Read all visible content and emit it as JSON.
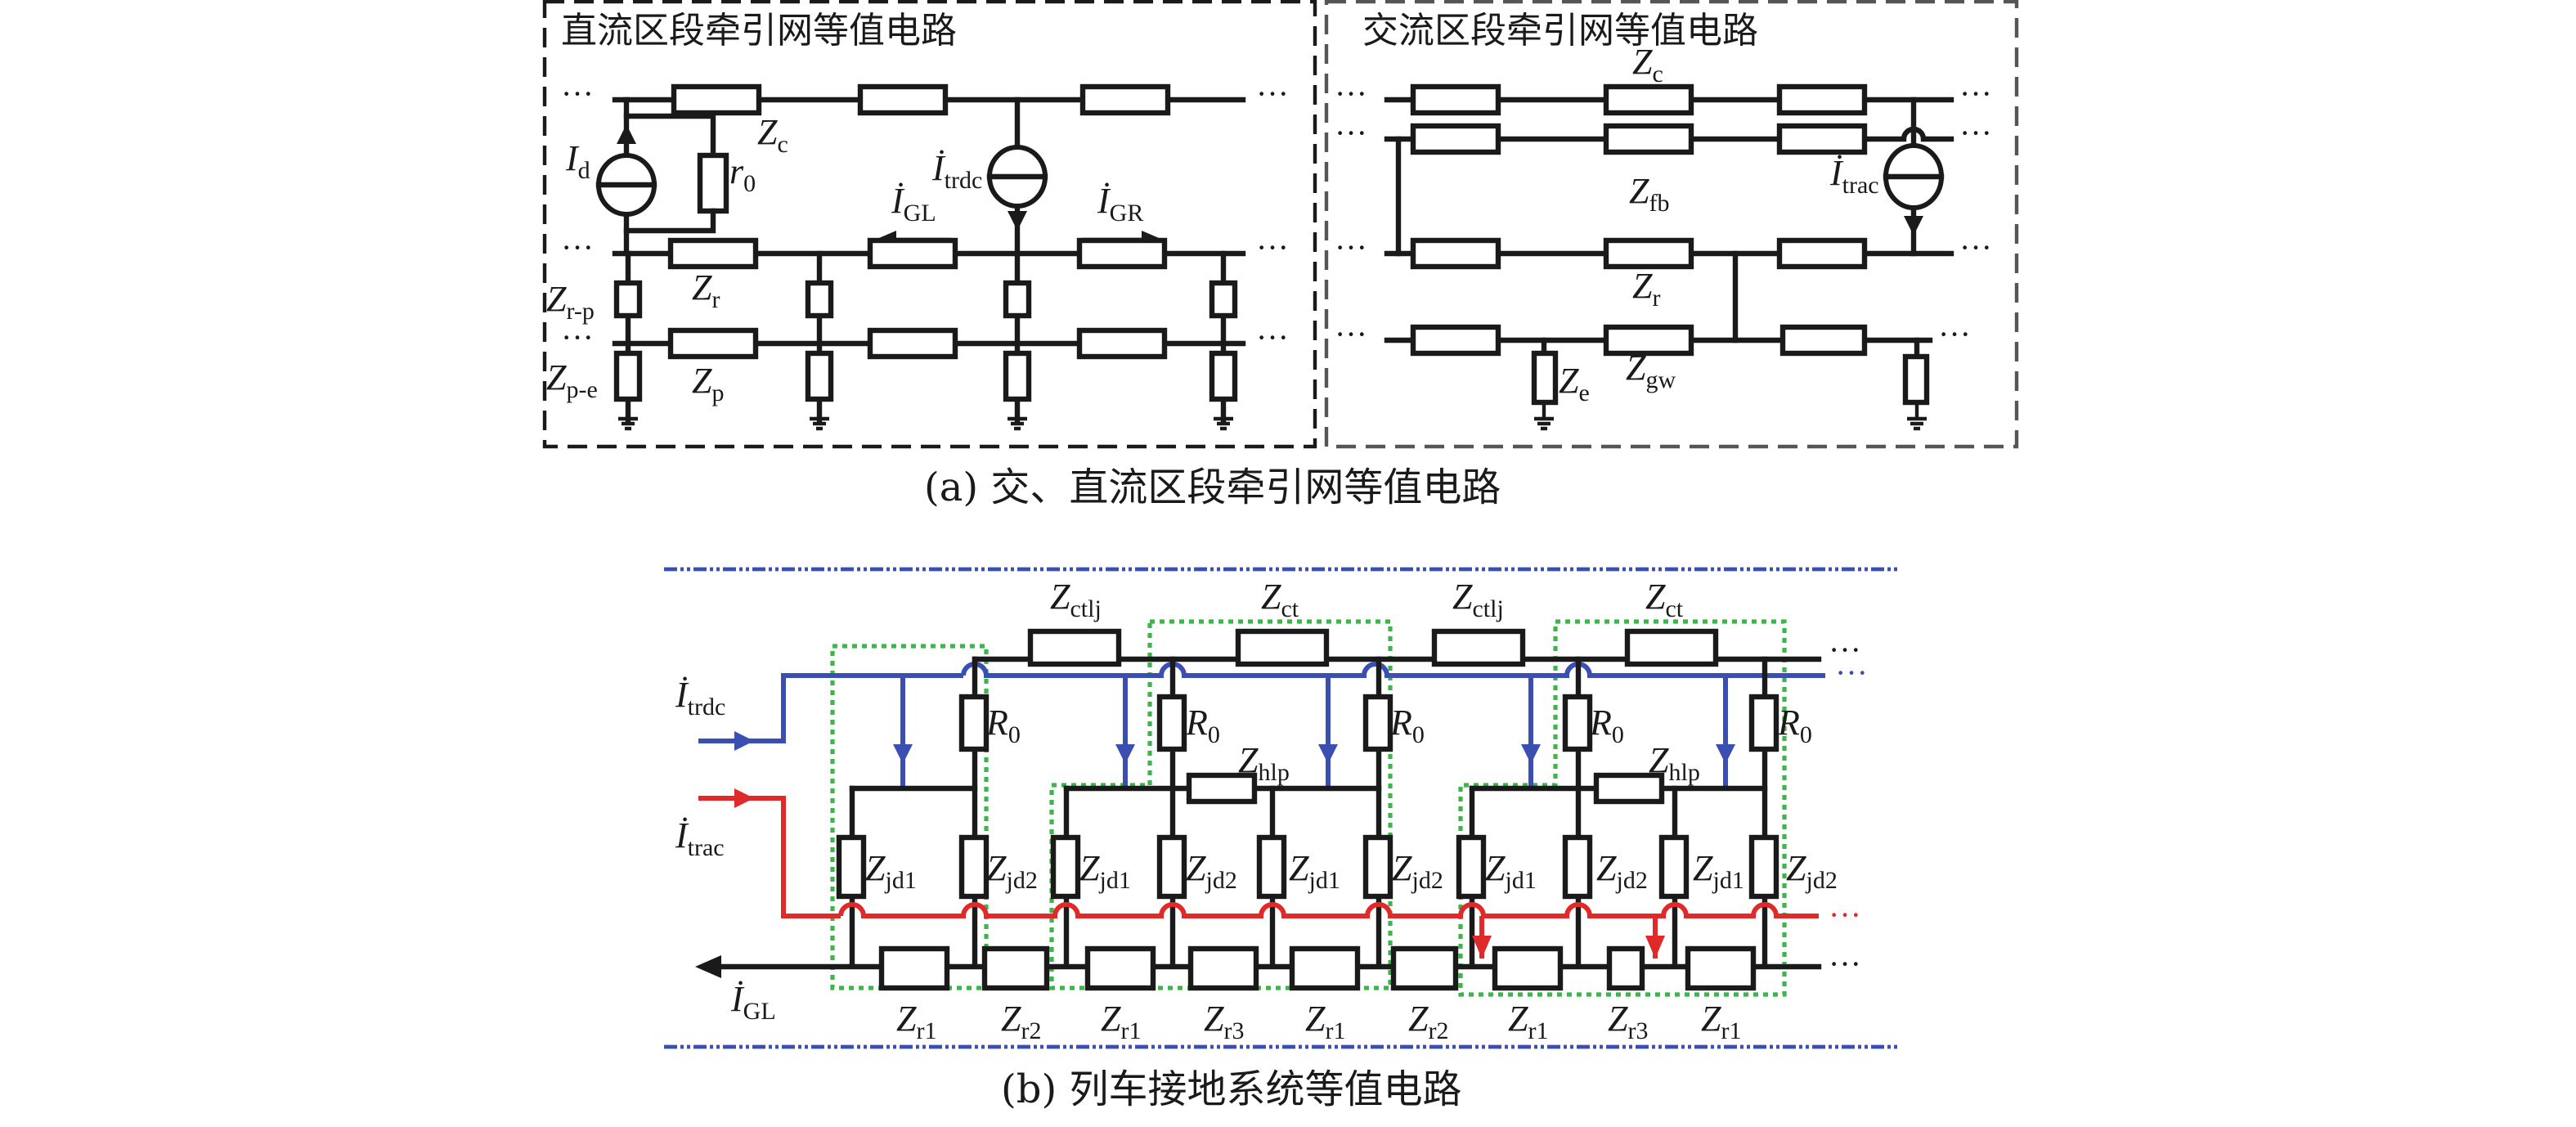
{
  "figure": {
    "panel_a": {
      "caption": "(a) 交、直流区段牵引网等值电路",
      "dc_section": {
        "title": "直流区段牵引网等值电路",
        "labels": {
          "Zc": {
            "main": "Z",
            "sub": "c"
          },
          "Id": {
            "main": "I",
            "sub": "d"
          },
          "r0": {
            "main": "r",
            "sub": "0"
          },
          "Itrdc": {
            "main": "İ",
            "sub": "trdc"
          },
          "IGL": {
            "main": "İ",
            "sub": "GL"
          },
          "IGR": {
            "main": "İ",
            "sub": "GR"
          },
          "Zr": {
            "main": "Z",
            "sub": "r"
          },
          "Zrp": {
            "main": "Z",
            "sub": "r-p"
          },
          "Zp": {
            "main": "Z",
            "sub": "p"
          },
          "Zpe": {
            "main": "Z",
            "sub": "p-e"
          }
        }
      },
      "ac_section": {
        "title": "交流区段牵引网等值电路",
        "labels": {
          "Zc": {
            "main": "Z",
            "sub": "c"
          },
          "Zfb": {
            "main": "Z",
            "sub": "fb"
          },
          "Itrac": {
            "main": "İ",
            "sub": "trac"
          },
          "Zr": {
            "main": "Z",
            "sub": "r"
          },
          "Ze": {
            "main": "Z",
            "sub": "e"
          },
          "Zgw": {
            "main": "Z",
            "sub": "gw"
          }
        }
      },
      "ellipsis": "···"
    },
    "panel_b": {
      "caption": "(b) 列车接地系统等值电路",
      "inputs": {
        "Itrdc": {
          "main": "İ",
          "sub": "trdc"
        },
        "Itrac": {
          "main": "İ",
          "sub": "trac"
        },
        "IGL": {
          "main": "İ",
          "sub": "GL"
        }
      },
      "top_labels": [
        {
          "main": "Z",
          "sub": "ctlj"
        },
        {
          "main": "Z",
          "sub": "ct"
        },
        {
          "main": "Z",
          "sub": "ctlj"
        },
        {
          "main": "Z",
          "sub": "ct"
        }
      ],
      "R0_labels": [
        {
          "main": "R",
          "sub": "0"
        },
        {
          "main": "R",
          "sub": "0"
        },
        {
          "main": "R",
          "sub": "0"
        },
        {
          "main": "R",
          "sub": "0"
        },
        {
          "main": "R",
          "sub": "0"
        }
      ],
      "hlp_labels": [
        {
          "main": "Z",
          "sub": "hlp"
        },
        {
          "main": "Z",
          "sub": "hlp"
        }
      ],
      "jd_labels": [
        {
          "main": "Z",
          "sub": "jd1"
        },
        {
          "main": "Z",
          "sub": "jd2"
        },
        {
          "main": "Z",
          "sub": "jd1"
        },
        {
          "main": "Z",
          "sub": "jd2"
        },
        {
          "main": "Z",
          "sub": "jd1"
        },
        {
          "main": "Z",
          "sub": "jd2"
        },
        {
          "main": "Z",
          "sub": "jd1"
        },
        {
          "main": "Z",
          "sub": "jd2"
        },
        {
          "main": "Z",
          "sub": "jd1"
        },
        {
          "main": "Z",
          "sub": "jd2"
        }
      ],
      "rail_labels": [
        {
          "main": "Z",
          "sub": "r1"
        },
        {
          "main": "Z",
          "sub": "r2"
        },
        {
          "main": "Z",
          "sub": "r1"
        },
        {
          "main": "Z",
          "sub": "r3"
        },
        {
          "main": "Z",
          "sub": "r1"
        },
        {
          "main": "Z",
          "sub": "r2"
        },
        {
          "main": "Z",
          "sub": "r1"
        },
        {
          "main": "Z",
          "sub": "r3"
        },
        {
          "main": "Z",
          "sub": "r1"
        }
      ],
      "ellipsis": "···"
    },
    "colors": {
      "wire": "#1a1a1a",
      "dc_current": "#3a4fb0",
      "ac_current": "#e02a2a",
      "car_boundary": "#3cb54a",
      "separator": "#3a4fb0"
    }
  }
}
